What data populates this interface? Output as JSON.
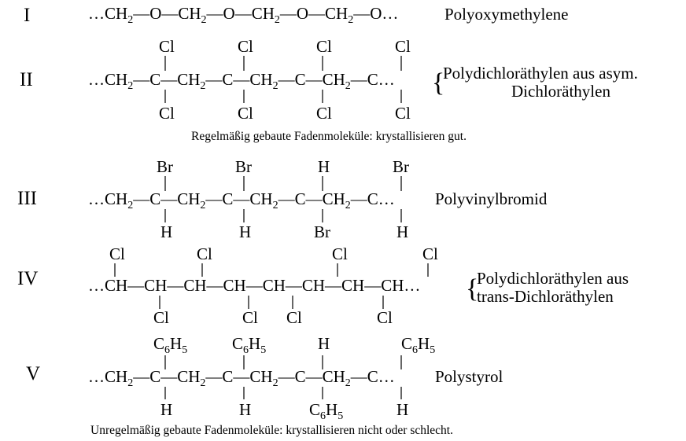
{
  "rows": [
    {
      "roman": "I",
      "chain": [
        "…CH",
        "2",
        "—O—CH",
        "2",
        "—O—CH",
        "2",
        "—O—CH",
        "2",
        "—O…"
      ],
      "name": "Polyoxymethylene"
    },
    {
      "roman": "II",
      "chain": [
        "…CH",
        "2",
        "—C—CH",
        "2",
        "—C—CH",
        "2",
        "—C—CH",
        "2",
        "—C…"
      ],
      "up": [
        "Cl",
        "Cl",
        "Cl",
        "Cl"
      ],
      "down": [
        "Cl",
        "Cl",
        "Cl",
        "Cl"
      ],
      "name_lines": [
        "Polydichloräthylen aus asym.",
        "Dichloräthylen"
      ]
    },
    {
      "roman": "III",
      "chain": [
        "…CH",
        "2",
        "—C—CH",
        "2",
        "—C—CH",
        "2",
        "—C—CH",
        "2",
        "—C…"
      ],
      "up": [
        "Br",
        "Br",
        "H",
        "Br"
      ],
      "down": [
        "H",
        "H",
        "Br",
        "H"
      ],
      "name": "Polyvinylbromid"
    },
    {
      "roman": "IV",
      "chain": "…CH—CH—CH—CH—CH—CH—CH—CH…",
      "up": [
        "Cl",
        "Cl",
        "Cl",
        "Cl"
      ],
      "down": [
        "Cl",
        "Cl",
        "Cl",
        "Cl"
      ],
      "name_lines": [
        "Polydichloräthylen aus",
        "trans-Dichloräthylen"
      ]
    },
    {
      "roman": "V",
      "chain": [
        "…CH",
        "2",
        "—C—CH",
        "2",
        "—C—CH",
        "2",
        "—C—CH",
        "2",
        "—C…"
      ],
      "up": [
        [
          "C",
          "6",
          "H",
          "5"
        ],
        [
          "C",
          "6",
          "H",
          "5"
        ],
        [
          "H"
        ],
        [
          "C",
          "6",
          "H",
          "5"
        ]
      ],
      "down": [
        [
          "H"
        ],
        [
          "H"
        ],
        [
          "C",
          "6",
          "H",
          "5"
        ],
        [
          "H"
        ]
      ],
      "name": "Polystyrol"
    }
  ],
  "captions": {
    "regular": "Regelmäßig gebaute Fadenmoleküle: krystallisieren gut.",
    "irregular": "Unregelmäßig gebaute Fadenmoleküle: krystallisieren nicht oder schlecht."
  },
  "brace": "{"
}
